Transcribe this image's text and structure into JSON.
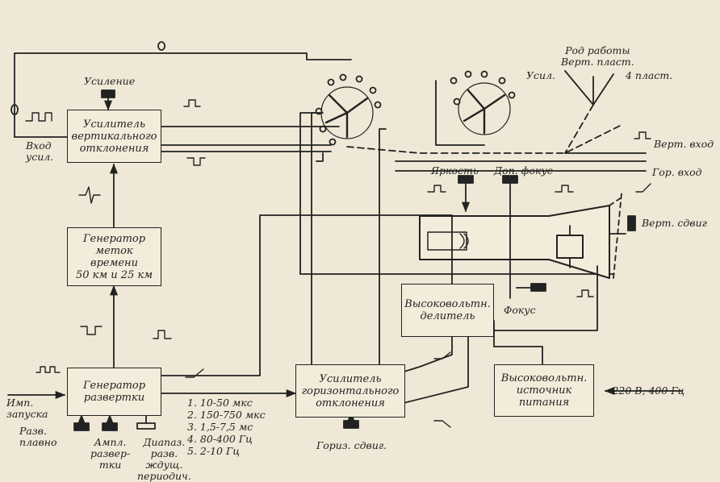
{
  "blocks": {
    "vert_amp": [
      "Усилитель",
      "вертикального",
      "отклонения"
    ],
    "time_marker": [
      "Генератор",
      "меток",
      "времени",
      "50 км и 25 км"
    ],
    "sweep_gen": [
      "Генератор",
      "развертки"
    ],
    "horiz_amp": [
      "Усилитель",
      "горизонтального",
      "отклонения"
    ],
    "hv_divider": [
      "Высоковольтн.",
      "делитель"
    ],
    "hv_supply": [
      "Высоковольтн.",
      "источник",
      "питания"
    ]
  },
  "labels": {
    "gain": "Усиление",
    "amp_input": [
      "Вход",
      "усил."
    ],
    "mode_title": [
      "Род работы",
      "Верт. пласт."
    ],
    "mode_amp": "Усил.",
    "mode_4plates": "4 пласт.",
    "vert_input": "Верт. вход",
    "horiz_input": "Гор. вход",
    "brightness": "Яркость",
    "aux_focus": "Доп. фокус",
    "vert_shift": "Верт. сдвиг",
    "focus": "Фокус",
    "power": "~220 В, 400 Гц",
    "trigger_pulses": [
      "Имп.",
      "запуска"
    ],
    "sweep_smooth": [
      "Разв.",
      "плавно"
    ],
    "sweep_amp": [
      "Ампл.",
      "развер-",
      "тки"
    ],
    "sweep_range": [
      "Диапаз.",
      "разв.",
      "ждущ.",
      "периодич."
    ],
    "horiz_shift": "Гориз. сдвиг."
  },
  "sweep_ranges": [
    "1. 10-50 мкс",
    "2. 150-750 мкс",
    "3. 1,5-7,5 мс",
    "4. 80-400 Гц",
    "5. 2-10 Гц"
  ]
}
